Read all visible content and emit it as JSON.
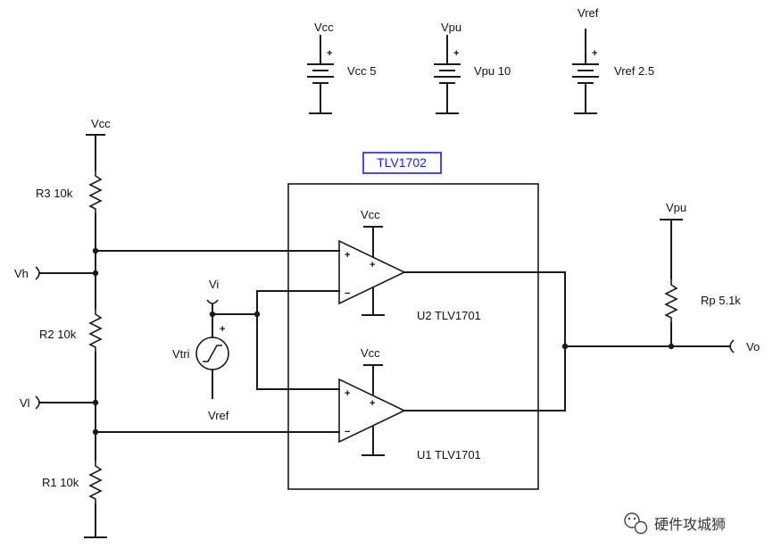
{
  "sources": [
    {
      "net": "Vcc",
      "label": "Vcc 5"
    },
    {
      "net": "Vpu",
      "label": "Vpu 10"
    },
    {
      "net": "Vref",
      "label": "Vref 2.5"
    }
  ],
  "package": {
    "label": "TLV1702",
    "border_color": "#1a1aff"
  },
  "divider": {
    "supply": "Vcc",
    "r3": "R3 10k",
    "r2": "R2 10k",
    "r1": "R1 10k",
    "vh": "Vh",
    "vl": "Vl"
  },
  "vtri": {
    "node": "Vi",
    "name": "Vtri",
    "ref": "Vref"
  },
  "comparators": {
    "u2": {
      "label": "U2 TLV1701",
      "supply": "Vcc"
    },
    "u1": {
      "label": "U1 TLV1701",
      "supply": "Vcc"
    }
  },
  "pullup": {
    "supply": "Vpu",
    "label": "Rp 5.1k",
    "output": "Vo"
  },
  "pin_signs": {
    "plus": "+",
    "minus": "−"
  },
  "watermark": {
    "text": "硬件攻城狮",
    "icon": "wechat-icon"
  }
}
